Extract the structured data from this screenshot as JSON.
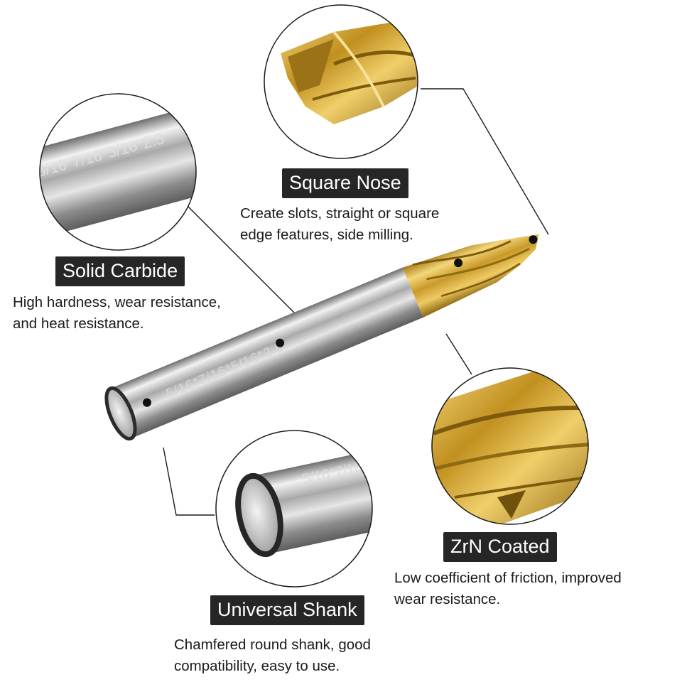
{
  "features": {
    "square_nose": {
      "title": "Square Nose",
      "desc_line1": "Create slots, straight or square",
      "desc_line2": "edge features, side milling."
    },
    "solid_carbide": {
      "title": "Solid Carbide",
      "desc_line1": "High hardness, wear resistance,",
      "desc_line2": "and heat resistance."
    },
    "zrn_coated": {
      "title": "ZrN Coated",
      "desc_line1": "Low coefficient of friction, improved",
      "desc_line2": "wear resistance."
    },
    "universal_shank": {
      "title": "Universal Shank",
      "desc_line1": "Chamfered round shank, good",
      "desc_line2": "compatibility, easy to use."
    }
  },
  "shank_marking": "5/16*7/16*5/16*2.5",
  "colors": {
    "badge_bg": "#262626",
    "badge_text": "#ffffff",
    "carbide": "#b8b8b8",
    "zrn_gold": "#d6a733"
  }
}
